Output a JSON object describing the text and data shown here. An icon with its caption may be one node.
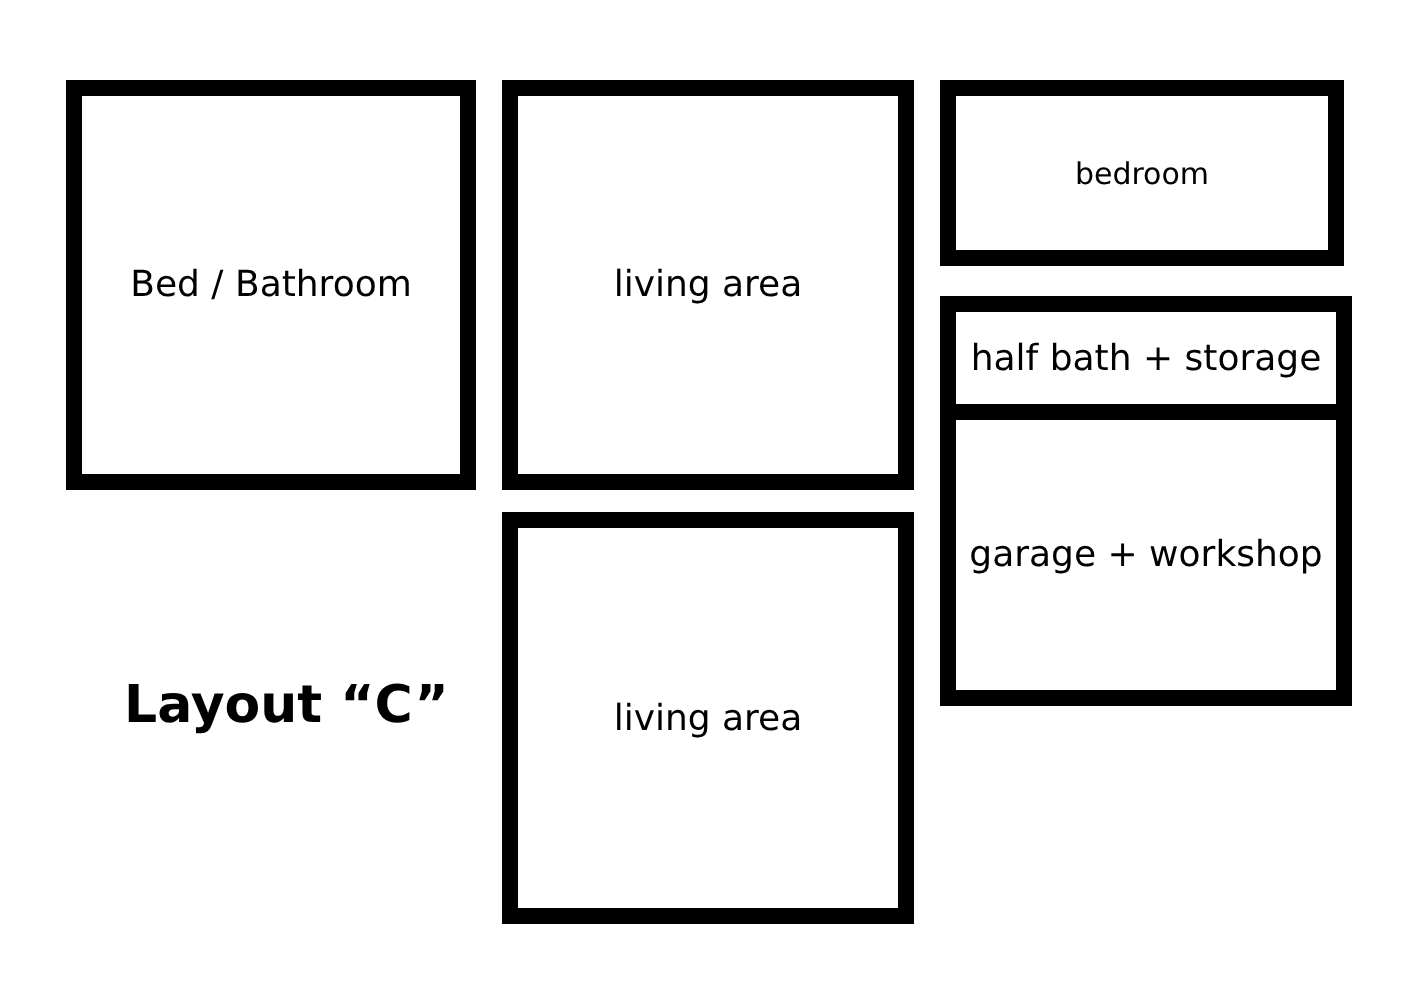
{
  "diagram": {
    "title": "Layout “C”",
    "nodes": [
      {
        "text": [
          "Bed / Bathroom"
        ]
      },
      {
        "text": [
          "living area"
        ]
      },
      {
        "text": [
          "bedroom"
        ]
      },
      {
        "text": [
          "half bath + storage"
        ]
      },
      {
        "text": [
          "garage + workshop"
        ]
      },
      {
        "text": [
          "living area"
        ]
      }
    ]
  }
}
